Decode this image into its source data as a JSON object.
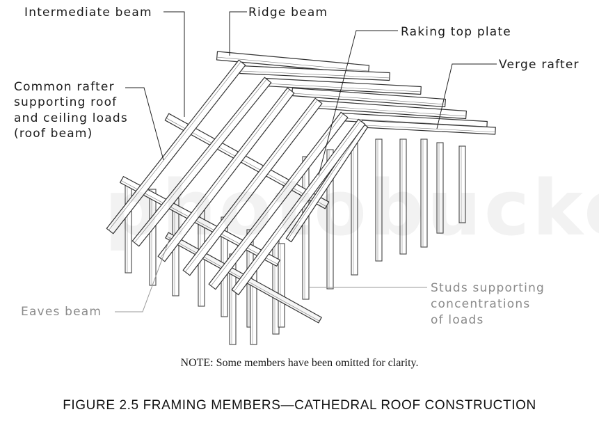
{
  "labels": {
    "intermediate_beam": "Intermediate beam",
    "ridge_beam": "Ridge beam",
    "raking_top_plate": "Raking top plate",
    "verge_rafter": "Verge rafter",
    "common_rafter": [
      "Common rafter",
      "supporting roof",
      "and ceiling loads",
      "(roof beam)"
    ],
    "eaves_beam": "Eaves beam",
    "studs": [
      "Studs supporting",
      "concentrations",
      "of loads"
    ]
  },
  "note": "NOTE:  Some members have been omitted for clarity.",
  "caption": "FIGURE  2.5   FRAMING MEMBERS—CATHEDRAL ROOF CONSTRUCTION",
  "watermark": "photobucket"
}
